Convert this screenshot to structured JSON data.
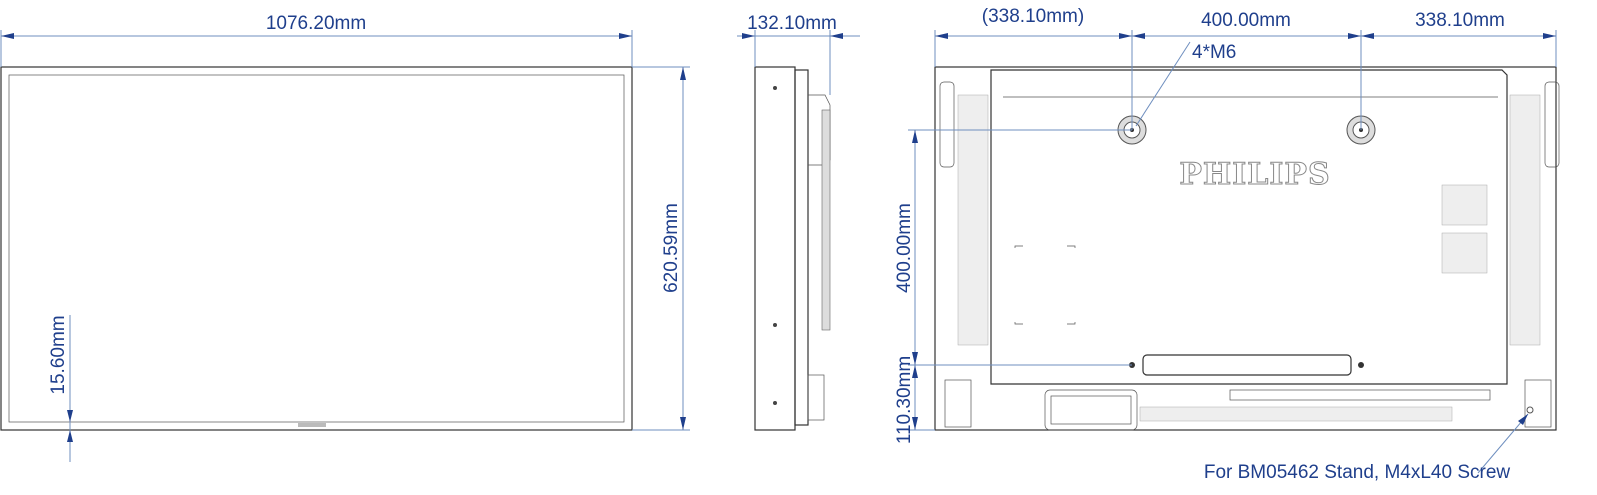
{
  "front_view": {
    "width_label": "1076.20mm",
    "height_label": "620.59mm",
    "bezel_label": "15.60mm"
  },
  "side_view": {
    "depth_label": "132.10mm"
  },
  "back_view": {
    "left_offset_label": "(338.10mm)",
    "vesa_h_label": "400.00mm",
    "right_offset_label": "338.10mm",
    "screw_label": "4*M6",
    "vesa_v_label": "400.00mm",
    "bottom_offset_label": "110.30mm",
    "brand_logo": "PHILIPS",
    "stand_note": "For BM05462 Stand, M4xL40 Screw"
  },
  "colors": {
    "dimension": "#1f3f8c",
    "dimension_line": "#6f8fbf",
    "outline": "#333333"
  }
}
